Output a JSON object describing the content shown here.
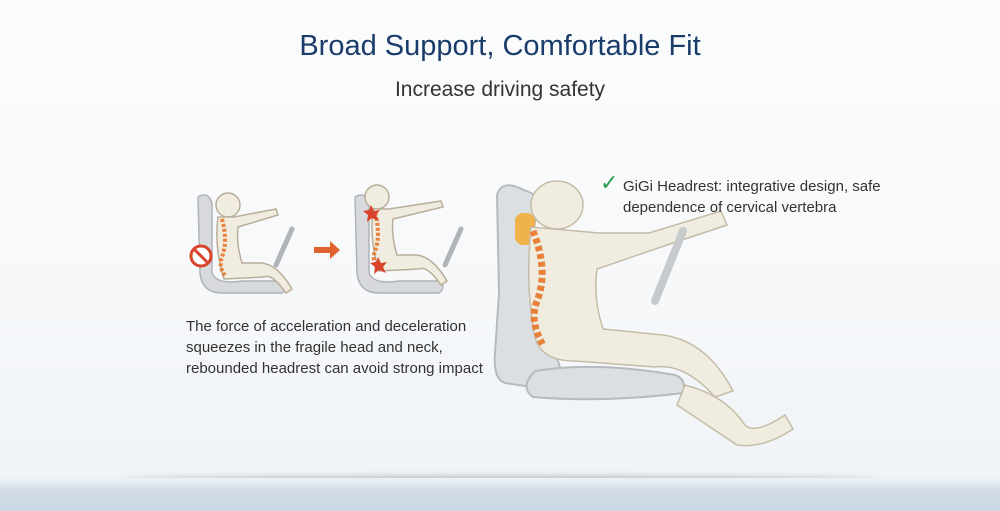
{
  "header": {
    "title": "Broad Support, Comfortable Fit",
    "subtitle": "Increase driving safety"
  },
  "left_caption": "The force of acceleration and deceleration squeezes in the fragile head and neck, rebounded headrest can avoid strong impact",
  "right_caption": {
    "check_icon": "check-icon",
    "text": "GiGi Headrest: integrative design, safe dependence of cervical vertebra"
  },
  "colors": {
    "title": "#1a3c6a",
    "accent_orange": "#e8823a",
    "warning_red": "#d9442c",
    "check_green": "#2e9b4a",
    "body_fill": "#f1ece0"
  }
}
